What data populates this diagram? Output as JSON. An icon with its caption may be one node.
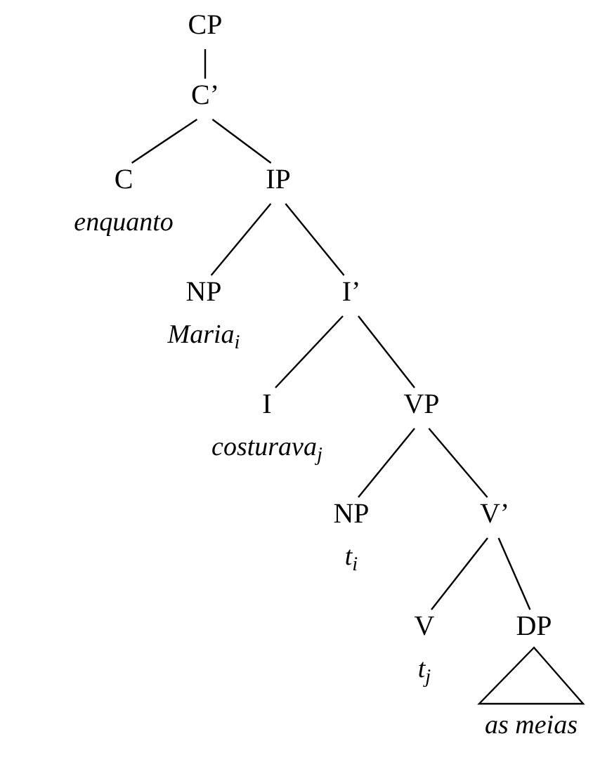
{
  "diagram": {
    "nodes": [
      {
        "text": [
          "CP"
        ]
      },
      {
        "text": [
          "C’"
        ]
      },
      {
        "text": [
          "C",
          "enquanto"
        ]
      },
      {
        "text": [
          "IP"
        ]
      },
      {
        "text": [
          "NP",
          "Maria$_{i}$"
        ]
      },
      {
        "text": [
          "I’"
        ]
      },
      {
        "text": [
          "I",
          "costurava$_{j}$"
        ]
      },
      {
        "text": [
          "VP"
        ]
      },
      {
        "text": [
          "NP",
          "t$_{i}$"
        ]
      },
      {
        "text": [
          "V’"
        ]
      },
      {
        "text": [
          "V",
          "t$_{j}$"
        ]
      },
      {
        "text": [
          "DP"
        ]
      },
      {
        "text": [
          "as meias"
        ]
      }
    ],
    "edges": [
      {
        "from": 0,
        "to": 1,
        "arrow": "none"
      },
      {
        "from": 1,
        "to": 2,
        "arrow": "none"
      },
      {
        "from": 1,
        "to": 3,
        "arrow": "none"
      },
      {
        "from": 3,
        "to": 4,
        "arrow": "none"
      },
      {
        "from": 3,
        "to": 5,
        "arrow": "none"
      },
      {
        "from": 5,
        "to": 6,
        "arrow": "none"
      },
      {
        "from": 5,
        "to": 7,
        "arrow": "none"
      },
      {
        "from": 7,
        "to": 8,
        "arrow": "none"
      },
      {
        "from": 7,
        "to": 9,
        "arrow": "none"
      },
      {
        "from": 9,
        "to": 10,
        "arrow": "none"
      },
      {
        "from": 9,
        "to": 11,
        "arrow": "none"
      },
      {
        "from": 11,
        "to": 12,
        "arrow": "none"
      }
    ]
  }
}
